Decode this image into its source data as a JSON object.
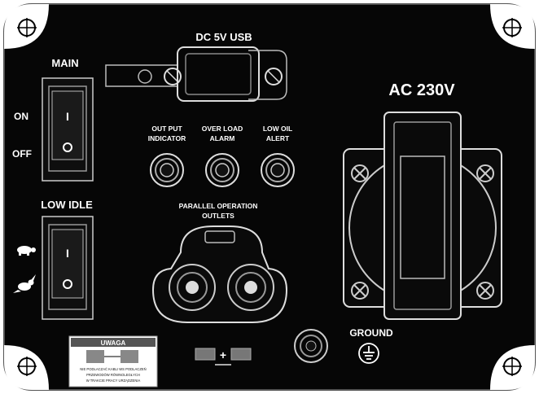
{
  "panel": {
    "usb_label": "DC 5V USB",
    "main_label": "MAIN",
    "on_label": "ON",
    "off_label": "OFF",
    "low_idle_label": "LOW IDLE",
    "switch_mark": "I",
    "indicators": [
      {
        "line1": "OUT PUT",
        "line2": "INDICATOR"
      },
      {
        "line1": "OVER LOAD",
        "line2": "ALARM"
      },
      {
        "line1": "LOW OIL",
        "line2": "ALERT"
      }
    ],
    "parallel_line1": "PARALLEL OPERATION",
    "parallel_line2": "OUTLETS",
    "ac_label": "AC 230V",
    "ground_label": "GROUND",
    "plus_label": "+",
    "warning": {
      "title": "UWAGA",
      "line1": "NIE PODLACZAĆ KABLI WS PODLACZEŃ",
      "line2": "PRZEWODÓW RÓWNOLEGŁYCH",
      "line3": "W TRAKCIE PRACY URZĄDZENIA"
    }
  }
}
